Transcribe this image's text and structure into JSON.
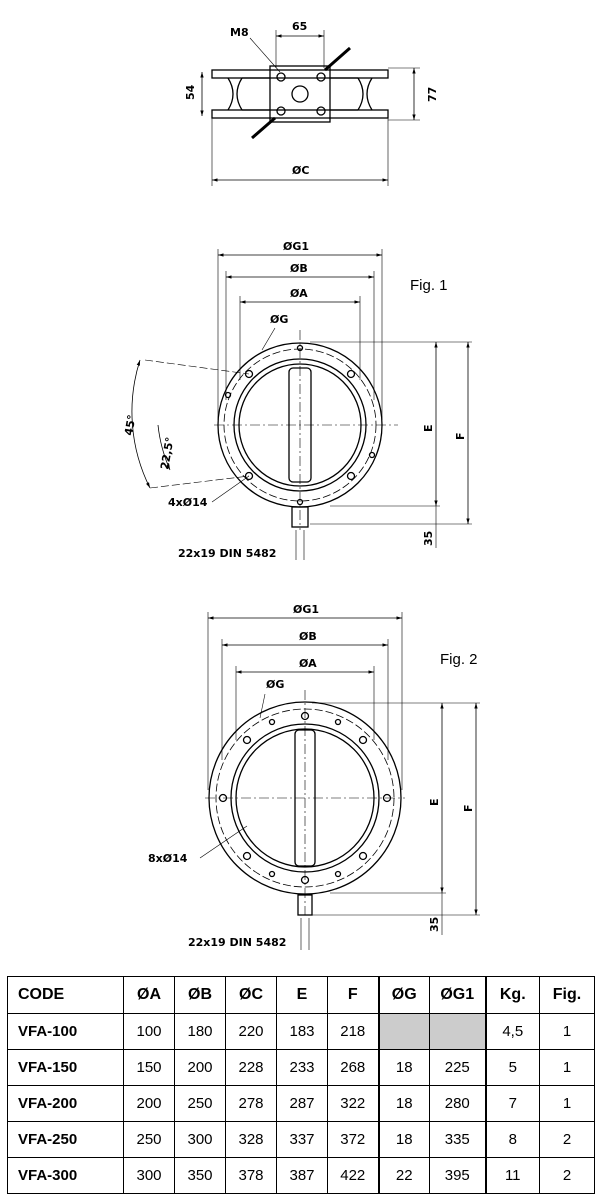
{
  "top_view": {
    "m_label": "M8",
    "width_label": "65",
    "height_inner": "54",
    "height_outer": "77",
    "dia_label": "ØC"
  },
  "fig1": {
    "title": "Fig. 1",
    "g1": "ØG1",
    "b": "ØB",
    "a": "ØA",
    "g": "ØG",
    "angle1": "45°",
    "angle2": "22,5°",
    "holes": "4xØ14",
    "e": "E",
    "f": "F",
    "shaft_h": "35",
    "shaft": "22x19 DIN 5482"
  },
  "fig2": {
    "title": "Fig. 2",
    "g1": "ØG1",
    "b": "ØB",
    "a": "ØA",
    "g": "ØG",
    "holes": "8xØ14",
    "e": "E",
    "f": "F",
    "shaft_h": "35",
    "shaft": "22x19 DIN 5482"
  },
  "table": {
    "headers": [
      "CODE",
      "ØA",
      "ØB",
      "ØC",
      "E",
      "F",
      "ØG",
      "ØG1",
      "Kg.",
      "Fig."
    ],
    "rows": [
      [
        "VFA-100",
        "100",
        "180",
        "220",
        "183",
        "218",
        "",
        "",
        "4,5",
        "1"
      ],
      [
        "VFA-150",
        "150",
        "200",
        "228",
        "233",
        "268",
        "18",
        "225",
        "5",
        "1"
      ],
      [
        "VFA-200",
        "200",
        "250",
        "278",
        "287",
        "322",
        "18",
        "280",
        "7",
        "1"
      ],
      [
        "VFA-250",
        "250",
        "300",
        "328",
        "337",
        "372",
        "18",
        "335",
        "8",
        "2"
      ],
      [
        "VFA-300",
        "300",
        "350",
        "378",
        "387",
        "422",
        "22",
        "395",
        "11",
        "2"
      ]
    ]
  }
}
